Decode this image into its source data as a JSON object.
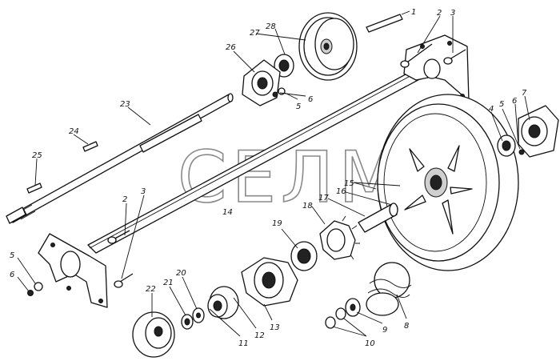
{
  "watermark": "СЕЛМ",
  "callouts": {
    "c1": "1",
    "c2a": "2",
    "c3a": "3",
    "c28": "28",
    "c27": "27",
    "c26": "26",
    "c5a": "5",
    "c6a": "6",
    "c23": "23",
    "c24": "24",
    "c25": "25",
    "c4": "4",
    "c5b": "5",
    "c6b": "6",
    "c7": "7",
    "c15": "15",
    "c16": "16",
    "c17": "17",
    "c18": "18",
    "c19": "19",
    "c14": "14",
    "c2b": "2",
    "c3b": "3",
    "c5c": "5",
    "c6c": "6",
    "c22": "22",
    "c21": "21",
    "c20": "20",
    "c11": "11",
    "c12": "12",
    "c13": "13",
    "c8": "8",
    "c9": "9",
    "c10": "10"
  }
}
